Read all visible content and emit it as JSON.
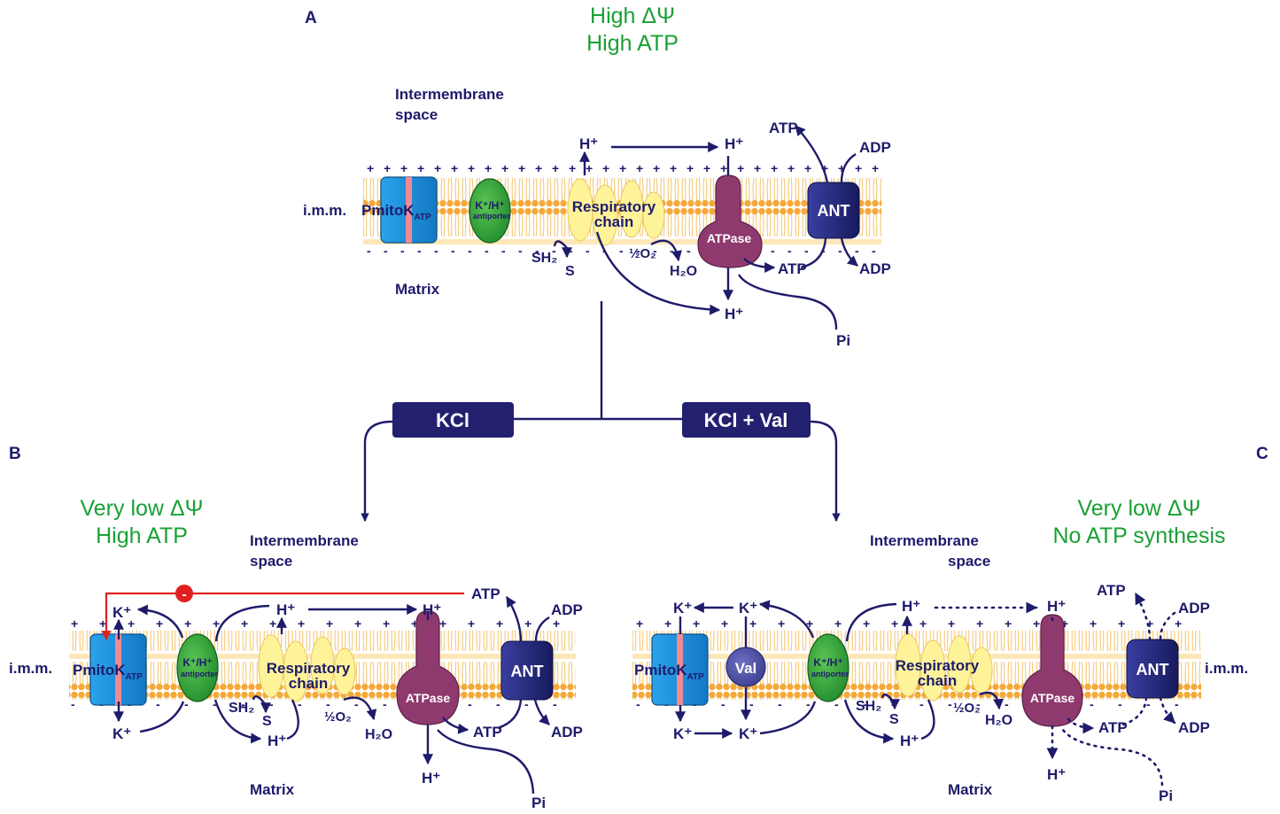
{
  "panels": {
    "a": {
      "letter": "A",
      "status1": "High ΔΨ",
      "status2": "High ATP"
    },
    "b": {
      "letter": "B",
      "status1": "Very low ΔΨ",
      "status2": "High ATP"
    },
    "c": {
      "letter": "C",
      "status1": "Very low ΔΨ",
      "status2": "No ATP synthesis"
    }
  },
  "compartments": {
    "intermembrane_line1": "Intermembrane",
    "intermembrane_line2": "space",
    "matrix": "Matrix",
    "imm": "i.m.m."
  },
  "treatments": {
    "left": "KCl",
    "right": "KCl + Val"
  },
  "proteins": {
    "pmitok": "PmitoK",
    "pmitok_sub": "ATP",
    "antiporter_top": "K⁺/H⁺",
    "antiporter_sub": "antiporter",
    "resp_line1": "Respiratory",
    "resp_line2": "chain",
    "atpase": "ATPase",
    "ant": "ANT",
    "val": "Val"
  },
  "molecules": {
    "h_plus": "H⁺",
    "k_plus": "K⁺",
    "atp": "ATP",
    "adp": "ADP",
    "pi": "Pi",
    "sh2": "SH₂",
    "s": "S",
    "half_o2": "½O₂",
    "h2o": "H₂O",
    "inhibit": "-"
  },
  "colors": {
    "ink": "#1e1b6b",
    "green_text": "#1aa035",
    "membrane": "#f6b24a",
    "pmitok": "#1e90dd",
    "antiporter": "#2fa336",
    "resp": "#fff39a",
    "atpase": "#8f3a6e",
    "ant": "#23257a",
    "val": "#4d4fa6",
    "inhibition": "#e02020"
  }
}
